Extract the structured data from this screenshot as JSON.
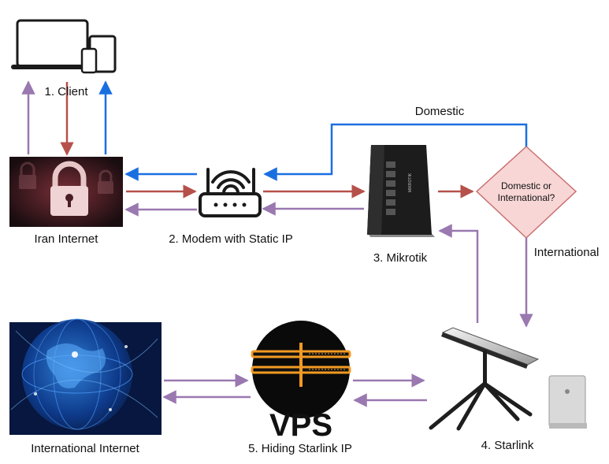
{
  "labels": {
    "client": "1. Client",
    "iran_internet": "Iran Internet",
    "modem": "2. Modem with Static IP",
    "mikrotik": "3. Mikrotik",
    "starlink": "4. Starlink",
    "vps_node": "5. Hiding Starlink IP",
    "international_internet": "International Internet"
  },
  "decision": {
    "line1": "Domestic or",
    "line2": "International?"
  },
  "edges": {
    "domestic": "Domestic",
    "international": "International"
  },
  "vps_logo_text": "VPS",
  "colors": {
    "red_arrow": "#b5514a",
    "blue_arrow": "#1a6fe0",
    "purple_arrow": "#9a78b0",
    "decision_fill": "#f8d6d6",
    "decision_stroke": "#c97070"
  },
  "icons": [
    "laptop-phone-tablet-icon",
    "padlock-icon",
    "wifi-router-icon",
    "mikrotik-router-icon",
    "globe-icon",
    "vps-server-icon",
    "starlink-dish-icon"
  ]
}
